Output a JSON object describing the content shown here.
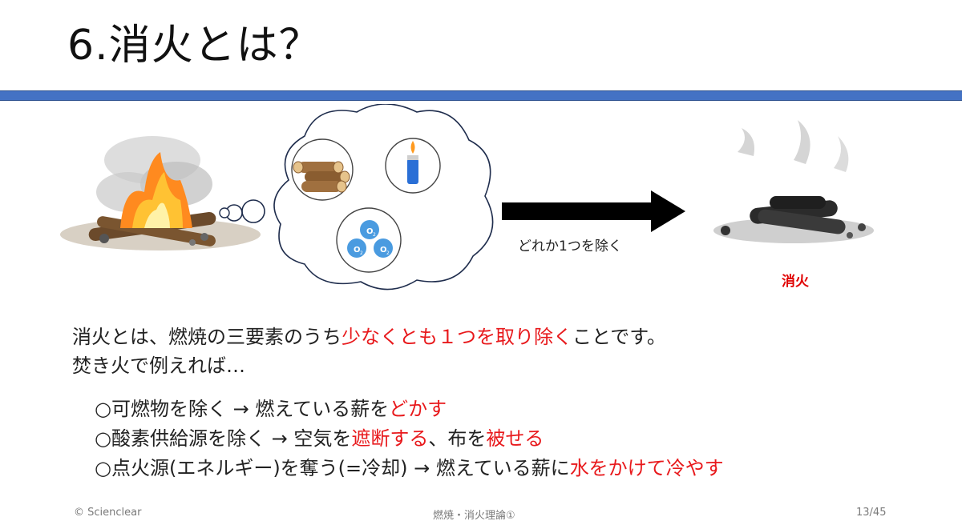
{
  "title": "6.消火とは？",
  "diagram": {
    "elements": [
      {
        "icon": "firewood-icon"
      },
      {
        "icon": "lighter-icon"
      },
      {
        "icon": "oxygen-icon",
        "symbol": "O",
        "subscript": "2"
      }
    ],
    "arrow_label": "どれか1つを除く",
    "result_label": "消火"
  },
  "body": {
    "line1_a": "消火とは、燃焼の三要素のうち",
    "line1_red": "少なくとも１つを取り除く",
    "line1_b": "ことです。",
    "line2": "焚き火で例えれば…"
  },
  "list": [
    {
      "marker": "○",
      "text": "可燃物を除く → 燃えている薪を",
      "red": "どかす",
      "after": "",
      "red2": ""
    },
    {
      "marker": "○",
      "text": "酸素供給源を除く → 空気を",
      "red": "遮断する",
      "after": "、布を",
      "red2": "被せる"
    },
    {
      "marker": "○",
      "text": "点火源(エネルギー)を奪う(=冷却) → 燃えている薪に",
      "red": "水をかけて冷やす",
      "after": "",
      "red2": ""
    }
  ],
  "footer": {
    "copyright": "© Scienclear",
    "course": "燃焼・消火理論①",
    "page": "13/45"
  },
  "colors": {
    "accent_bar": "#4472c4",
    "emphasis": "#e8191c",
    "result": "#e00000"
  }
}
